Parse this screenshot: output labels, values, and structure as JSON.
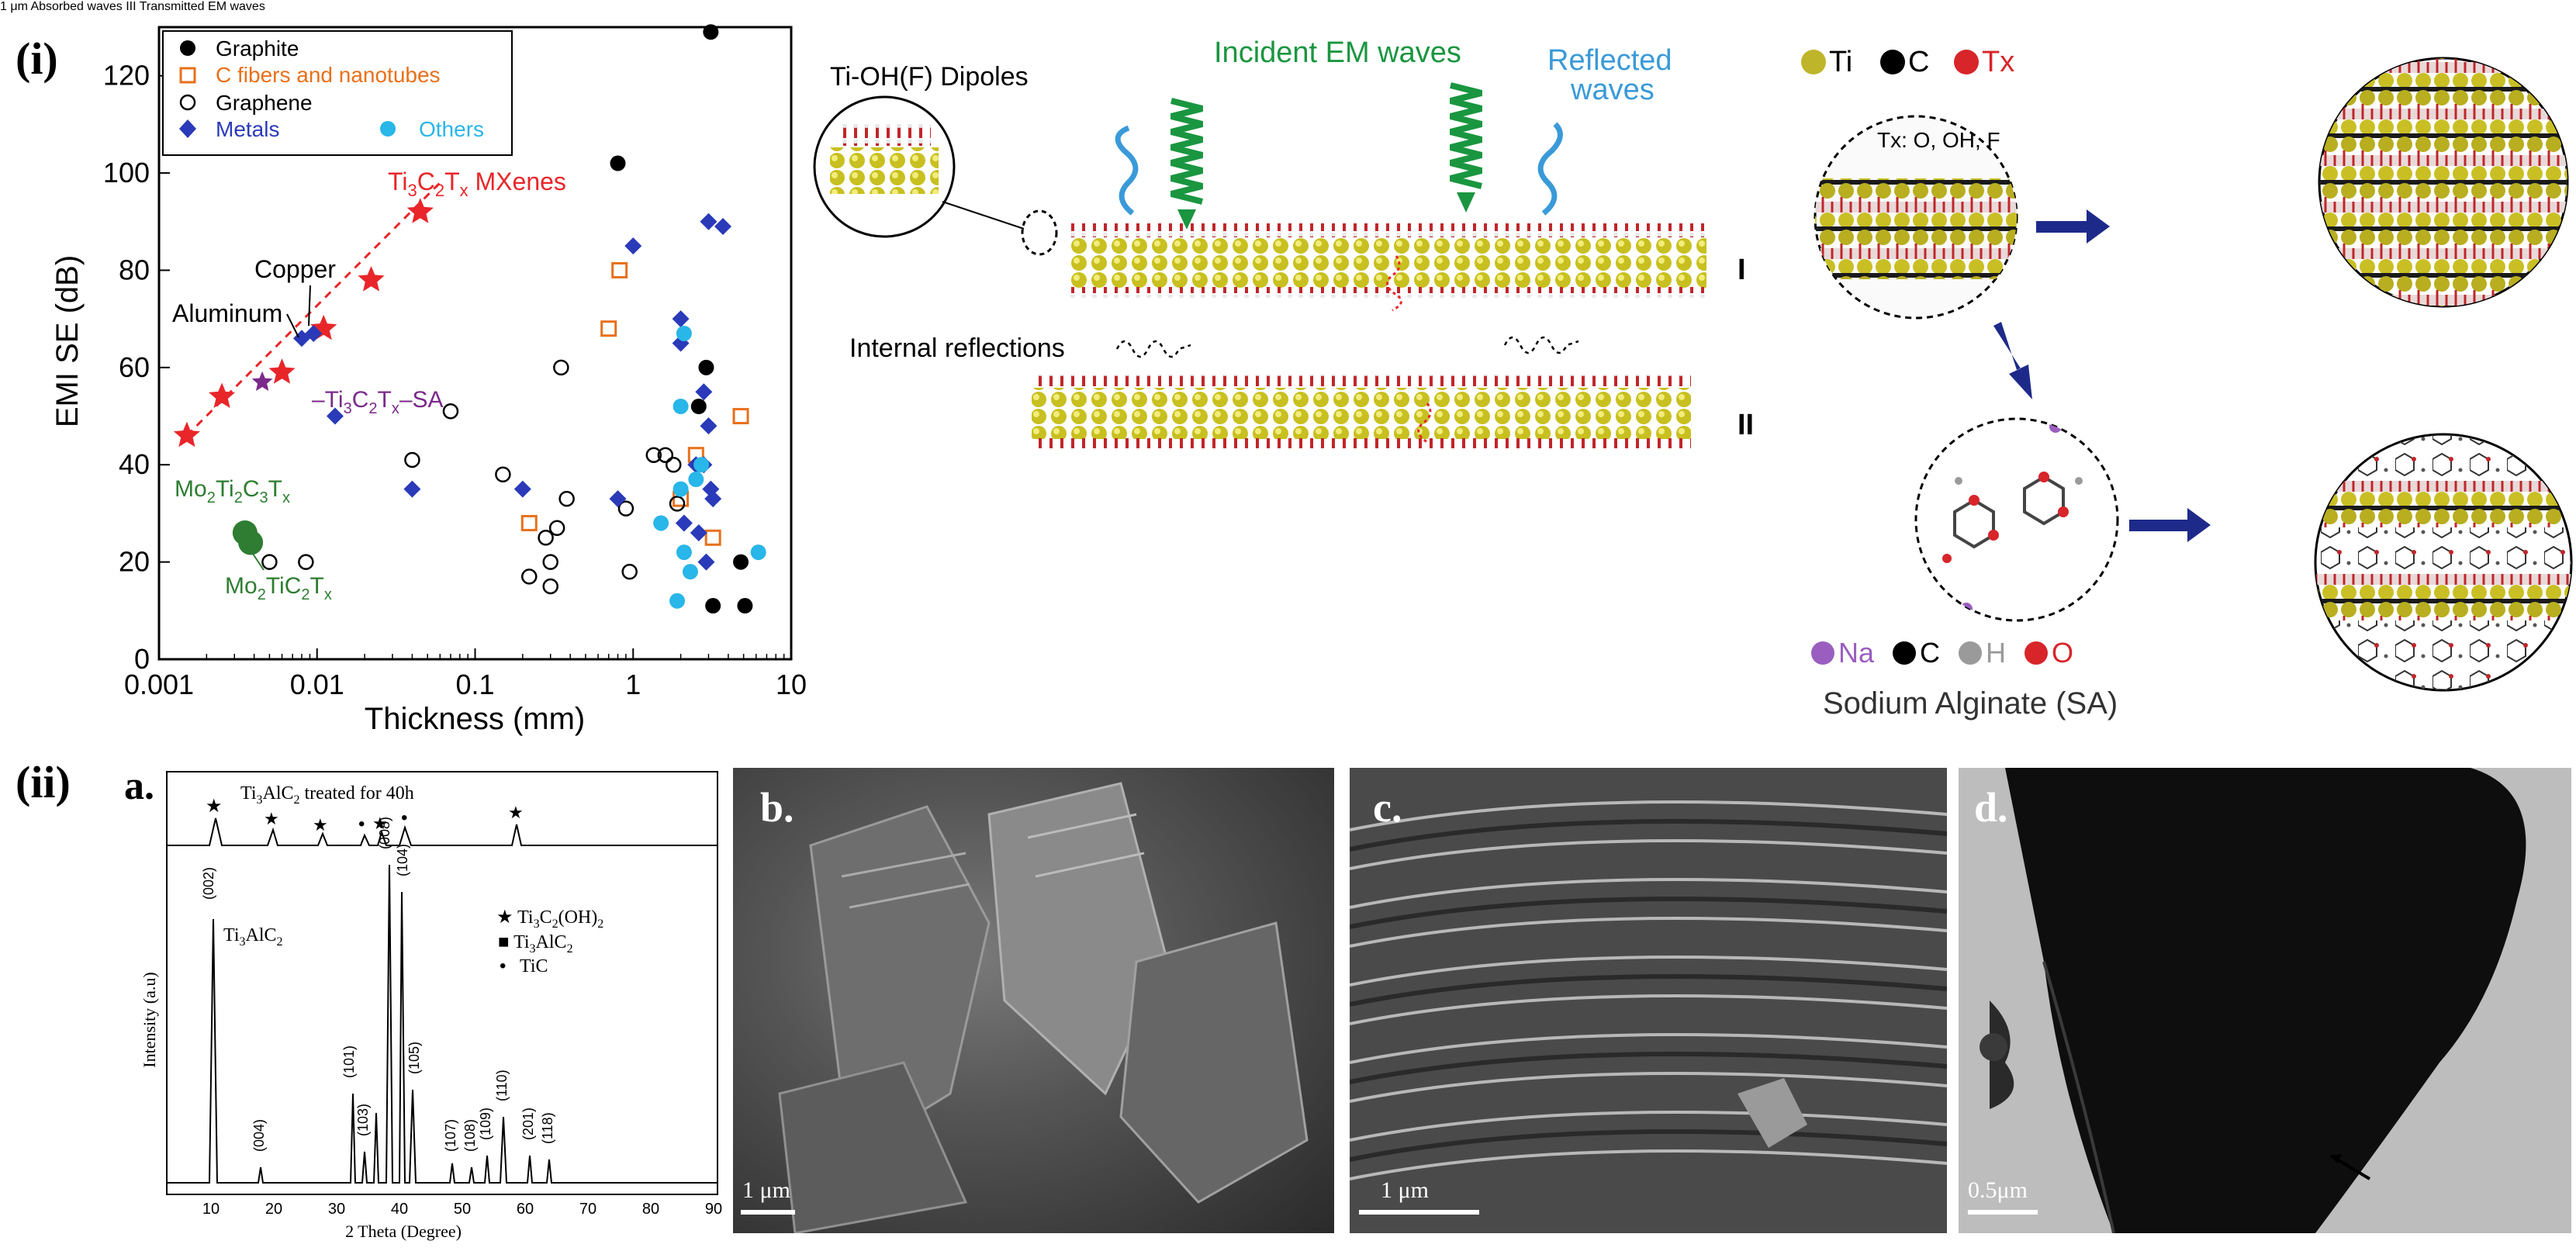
{
  "figure": {
    "label_i": "(i)",
    "label_ii": "(ii)"
  },
  "emi_chart": {
    "type": "scatter",
    "xlabel": "Thickness (mm)",
    "ylabel": "EMI SE (dB)",
    "xscale": "log",
    "xlim": [
      0.001,
      10
    ],
    "ylim": [
      0,
      130
    ],
    "xticks": [
      {
        "v": 0.001,
        "l": "0.001"
      },
      {
        "v": 0.01,
        "l": "0.01"
      },
      {
        "v": 0.1,
        "l": "0.1"
      },
      {
        "v": 1,
        "l": "1"
      },
      {
        "v": 10,
        "l": "10"
      }
    ],
    "yticks": [
      0,
      20,
      40,
      60,
      80,
      100,
      120
    ],
    "legend": [
      {
        "name": "Graphite",
        "marker": "filled-circle",
        "color": "#000000",
        "text_color": "#000000"
      },
      {
        "name": "C fibers and nanotubes",
        "marker": "open-square",
        "color": "#e8701a",
        "text_color": "#e8701a"
      },
      {
        "name": "Graphene",
        "marker": "open-circle",
        "color": "#000000",
        "text_color": "#000000"
      },
      {
        "name": "Metals",
        "marker": "diamond",
        "color": "#2a3ab8",
        "text_color": "#2a3ab8"
      },
      {
        "name": "Others",
        "marker": "filled-circle",
        "color": "#29b6e8",
        "text_color": "#29b6e8"
      }
    ],
    "annotations": {
      "mxene": "Ti3C2Tx MXenes",
      "copper": "Copper",
      "aluminum": "Aluminum",
      "sa": "Ti3C2Tx–SA",
      "mo2ti2": "Mo2Ti2C3Tx",
      "mo2ti": "Mo2TiC2Tx"
    },
    "colors": {
      "mxene": "#e8262a",
      "sa": "#7a2a8a",
      "mo": "#2e7d32"
    }
  },
  "chart_data": {
    "type": "scatter",
    "xlabel": "Thickness (mm)",
    "ylabel": "EMI SE (dB)",
    "xlim": [
      0.001,
      10
    ],
    "ylim": [
      0,
      130
    ],
    "xscale": "log",
    "legend_position": "top-left",
    "series": [
      {
        "name": "Ti3C2Tx MXenes",
        "points": [
          [
            0.0015,
            46
          ],
          [
            0.0025,
            54
          ],
          [
            0.006,
            59
          ],
          [
            0.011,
            68
          ],
          [
            0.022,
            78
          ],
          [
            0.045,
            92
          ]
        ]
      },
      {
        "name": "Graphite",
        "points": [
          [
            0.8,
            102
          ],
          [
            3.1,
            129
          ],
          [
            2.9,
            60
          ],
          [
            2.6,
            52
          ],
          [
            4.8,
            20
          ],
          [
            3.2,
            11
          ],
          [
            5.1,
            11
          ]
        ]
      },
      {
        "name": "C fibers and nanotubes",
        "points": [
          [
            0.7,
            68
          ],
          [
            0.82,
            80
          ],
          [
            0.22,
            28
          ],
          [
            2.0,
            33
          ],
          [
            3.2,
            25
          ],
          [
            4.8,
            50
          ],
          [
            2.5,
            42
          ]
        ]
      },
      {
        "name": "Graphene",
        "points": [
          [
            0.35,
            60
          ],
          [
            0.07,
            51
          ],
          [
            0.15,
            38
          ],
          [
            0.28,
            25
          ],
          [
            0.22,
            17
          ],
          [
            0.3,
            20
          ],
          [
            0.38,
            33
          ],
          [
            1.8,
            40
          ],
          [
            1.9,
            32
          ],
          [
            1.6,
            42
          ],
          [
            1.35,
            42
          ],
          [
            0.9,
            31
          ],
          [
            0.95,
            18
          ],
          [
            0.005,
            20
          ],
          [
            0.0085,
            20
          ],
          [
            0.04,
            41
          ],
          [
            0.3,
            15
          ],
          [
            0.33,
            27
          ]
        ]
      },
      {
        "name": "Metals",
        "points": [
          [
            0.0095,
            67
          ],
          [
            0.008,
            66
          ],
          [
            0.013,
            50
          ],
          [
            0.04,
            35
          ],
          [
            0.2,
            35
          ],
          [
            0.8,
            33
          ],
          [
            1.0,
            85
          ],
          [
            2.0,
            70
          ],
          [
            3.0,
            90
          ],
          [
            3.7,
            89
          ],
          [
            2.8,
            55
          ],
          [
            3.0,
            48
          ],
          [
            2.5,
            40
          ],
          [
            2.8,
            40
          ],
          [
            3.1,
            35
          ],
          [
            2.1,
            28
          ],
          [
            2.6,
            26
          ],
          [
            2.9,
            20
          ],
          [
            3.2,
            33
          ],
          [
            2.0,
            65
          ]
        ]
      },
      {
        "name": "Others",
        "points": [
          [
            2.0,
            52
          ],
          [
            2.1,
            67
          ],
          [
            2.5,
            37
          ],
          [
            2.7,
            40
          ],
          [
            2.0,
            35
          ],
          [
            1.5,
            28
          ],
          [
            2.1,
            22
          ],
          [
            1.9,
            12
          ],
          [
            6.2,
            22
          ],
          [
            2.3,
            18
          ]
        ]
      },
      {
        "name": "Ti3C2Tx–SA",
        "points": [
          [
            0.0045,
            57
          ]
        ]
      },
      {
        "name": "Mo2Ti2C3Tx",
        "points": [
          [
            0.0035,
            26
          ]
        ]
      },
      {
        "name": "Mo2TiC2Tx",
        "points": [
          [
            0.0038,
            24
          ]
        ]
      }
    ]
  },
  "schematic": {
    "dipoles": "Ti-OH(F) Dipoles",
    "incident": "Incident EM waves",
    "reflected_1": "Reflected",
    "reflected_2": "waves",
    "internal": "Internal reflections",
    "absorbed": "Absorbed waves",
    "transmitted": "Transmitted EM waves",
    "layer1": "I",
    "layer2": "II",
    "layer3": "III",
    "sem_scale": "1 μm",
    "colors": {
      "green": "#1a9640",
      "blue": "#3a9ad8",
      "red": "#e8262a",
      "ti": "#c8c020"
    }
  },
  "sa_panel": {
    "legend_ti": "Ti",
    "legend_c": "C",
    "legend_tx": "Tx",
    "tx_def": "Tx: O, OH, F",
    "legend2_na": "Na",
    "legend2_c": "C",
    "legend2_h": "H",
    "legend2_o": "O",
    "title": "Sodium Alginate (SA)",
    "colors": {
      "ti": "#bfb52a",
      "c": "#000000",
      "tx": "#d8252a",
      "na": "#9a5ec0",
      "h": "#9a9a9a",
      "o": "#d8252a",
      "arrow": "#1e2a8a"
    }
  },
  "xrd": {
    "label": "a.",
    "top_label": "Ti3AlC2 treated for 40h",
    "bottom_label": "Ti3AlC2",
    "ylabel": "Intensity (a.u)",
    "xlabel": "2 Theta (Degree)",
    "xticks": [
      "10",
      "20",
      "30",
      "40",
      "50",
      "60",
      "70",
      "80",
      "90"
    ],
    "legend": [
      "Ti3C2(OH)2",
      "Ti3AlC2",
      "TiC"
    ],
    "peaks": [
      "(002)",
      "(004)",
      "(101)",
      "(103)",
      "(008)",
      "(104)",
      "(105)",
      "(107)",
      "(108)",
      "(109)",
      "(110)",
      "(201)",
      "(118)"
    ]
  },
  "sem_b": {
    "label": "b.",
    "scale": "1 μm"
  },
  "sem_c": {
    "label": "c.",
    "scale": "1 μm"
  },
  "tem_d": {
    "label": "d.",
    "scale": "0.5μm"
  }
}
